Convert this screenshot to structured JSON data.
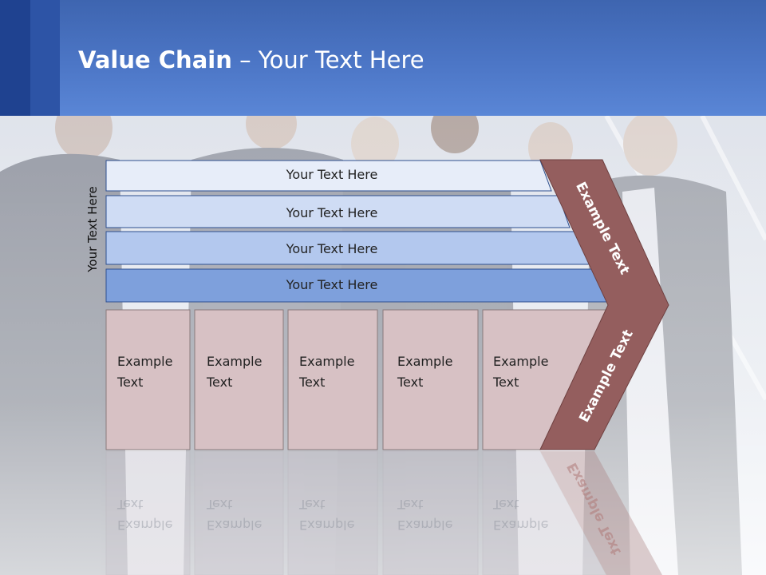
{
  "slide": {
    "title_bold": "Value Chain",
    "title_rest": " – Your Text Here"
  },
  "diagram": {
    "side_label": "Your Text Here",
    "rows": [
      {
        "label": "Your Text Here",
        "fill": "#e7edf9"
      },
      {
        "label": "Your Text Here",
        "fill": "#cfdcf4"
      },
      {
        "label": "Your Text Here",
        "fill": "#b3c8ee"
      },
      {
        "label": "Your Text Here",
        "fill": "#7ea0dc"
      }
    ],
    "cells": [
      {
        "line1": "Example",
        "line2": "Text"
      },
      {
        "line1": "Example",
        "line2": "Text"
      },
      {
        "line1": "Example",
        "line2": "Text"
      },
      {
        "line1": "Example",
        "line2": "Text"
      },
      {
        "line1": "Example",
        "line2": "Text"
      }
    ],
    "arrow_upper_label": "Example Text",
    "arrow_lower_label": "Example Text",
    "colors": {
      "row_stroke": "#2e4f8f",
      "cell_fill": "#d7c1c4",
      "cell_stroke": "#8a7a7c",
      "arrow_fill": "#945e5e",
      "arrow_stroke": "#6e4040"
    }
  }
}
